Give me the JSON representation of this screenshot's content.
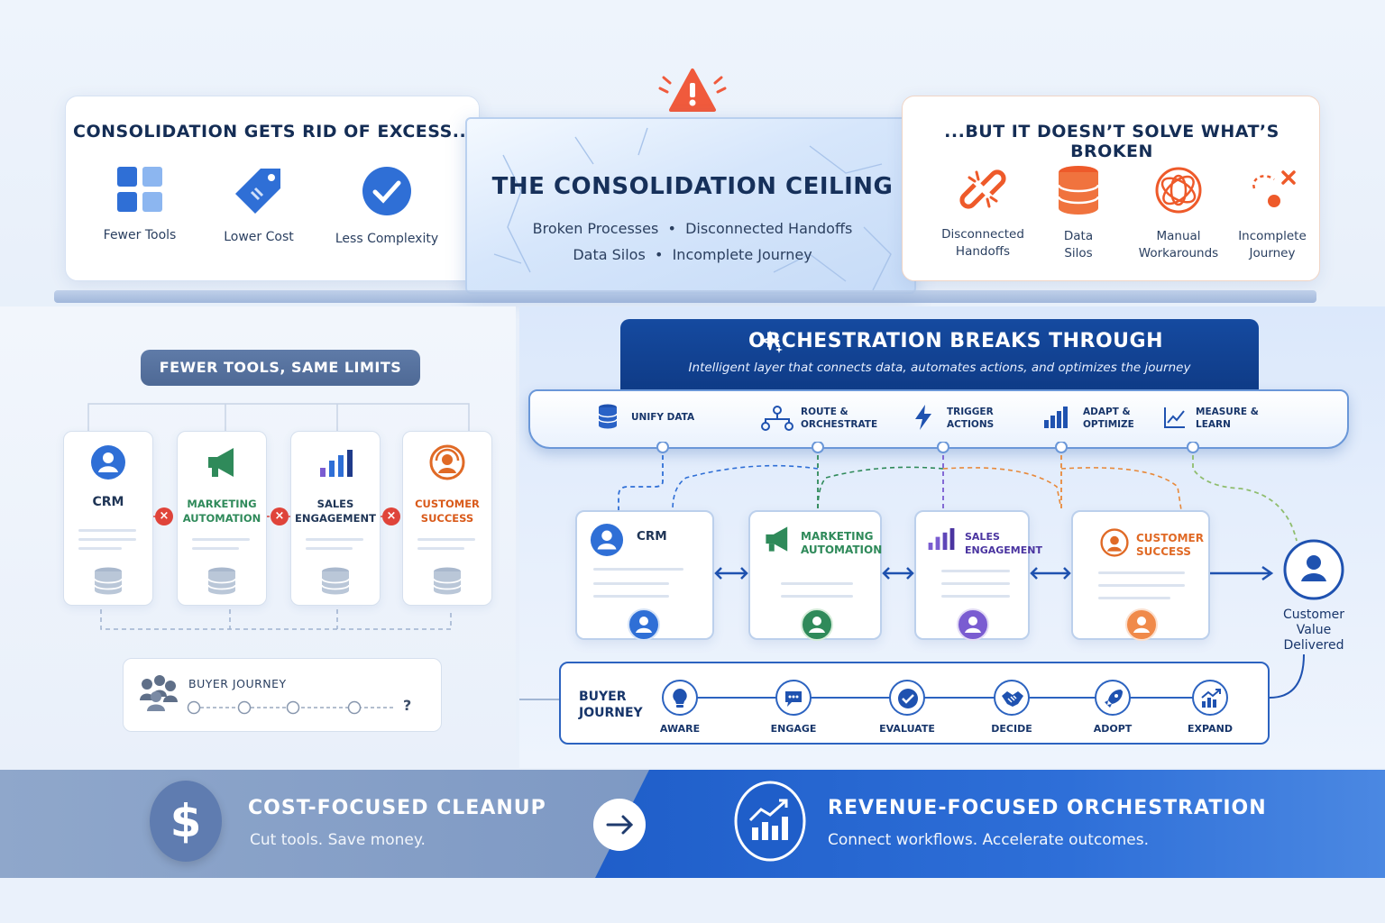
{
  "top_left": {
    "title": "CONSOLIDATION GETS RID OF EXCESS...",
    "items": [
      {
        "label": "Fewer Tools",
        "icon": "grid-icon"
      },
      {
        "label": "Lower Cost",
        "icon": "price-tag-icon"
      },
      {
        "label": "Less Complexity",
        "icon": "checkmark-icon"
      }
    ]
  },
  "ceiling": {
    "title": "THE CONSOLIDATION CEILING",
    "line1_a": "Broken Processes",
    "line1_b": "Disconnected Handoffs",
    "line2_a": "Data Silos",
    "line2_b": "Incomplete Journey",
    "separator": "•",
    "icon": "warning-icon"
  },
  "top_right": {
    "title": "...BUT IT DOESN’T SOLVE WHAT’S BROKEN",
    "items": [
      {
        "line1": "Disconnected",
        "line2": "Handoffs",
        "icon": "broken-link-icon"
      },
      {
        "line1": "Data",
        "line2": "Silos",
        "icon": "database-icon"
      },
      {
        "line1": "Manual",
        "line2": "Workarounds",
        "icon": "tangle-icon"
      },
      {
        "line1": "Incomplete",
        "line2": "Journey",
        "icon": "broken-path-icon"
      }
    ]
  },
  "left_panel": {
    "pill": "FEWER TOOLS, SAME LIMITS",
    "cards": [
      {
        "line1": "CRM",
        "line2": "",
        "color": "#2f6fd6"
      },
      {
        "line1": "MARKETING",
        "line2": "AUTOMATION",
        "color": "#2f8a5a"
      },
      {
        "line1": "SALES",
        "line2": "ENGAGEMENT",
        "color": "#1f3556"
      },
      {
        "line1": "CUSTOMER",
        "line2": "SUCCESS",
        "color": "#d95a1a"
      }
    ],
    "x_mark": "×",
    "buyer_journey": "BUYER JOURNEY",
    "question": "?"
  },
  "orchestration": {
    "title": "ORCHESTRATION BREAKS THROUGH",
    "subtitle": "Intelligent layer that connects data, automates actions, and optimizes the journey",
    "features": [
      {
        "line1": "UNIFY DATA",
        "line2": "",
        "icon": "database-icon"
      },
      {
        "line1": "ROUTE &",
        "line2": "ORCHESTRATE",
        "icon": "network-icon"
      },
      {
        "line1": "TRIGGER",
        "line2": "ACTIONS",
        "icon": "lightning-icon"
      },
      {
        "line1": "ADAPT &",
        "line2": "OPTIMIZE",
        "icon": "bar-chart-icon"
      },
      {
        "line1": "MEASURE &",
        "line2": "LEARN",
        "icon": "line-chart-icon"
      }
    ],
    "cards": [
      {
        "line1": "CRM",
        "line2": "",
        "color": "#2f6fd6"
      },
      {
        "line1": "MARKETING",
        "line2": "AUTOMATION",
        "color": "#2f8a5a"
      },
      {
        "line1": "SALES",
        "line2": "ENGAGEMENT",
        "color": "#6b4bc4"
      },
      {
        "line1": "CUSTOMER",
        "line2": "SUCCESS",
        "color": "#e06a26"
      }
    ],
    "customer_value": {
      "line1": "Customer",
      "line2": "Value",
      "line3": "Delivered"
    },
    "buyer_journey": {
      "line1": "BUYER",
      "line2": "JOURNEY"
    },
    "stages": [
      {
        "label": "AWARE",
        "icon": "lightbulb-icon"
      },
      {
        "label": "ENGAGE",
        "icon": "chat-icon"
      },
      {
        "label": "EVALUATE",
        "icon": "check-icon"
      },
      {
        "label": "DECIDE",
        "icon": "handshake-icon"
      },
      {
        "label": "ADOPT",
        "icon": "rocket-icon"
      },
      {
        "label": "EXPAND",
        "icon": "growth-icon"
      }
    ]
  },
  "bottom": {
    "cost_title": "COST-FOCUSED CLEANUP",
    "cost_sub": "Cut tools. Save money.",
    "cost_icon_symbol": "$",
    "revenue_title": "REVENUE-FOCUSED ORCHESTRATION",
    "revenue_sub": "Connect workflows. Accelerate outcomes."
  }
}
